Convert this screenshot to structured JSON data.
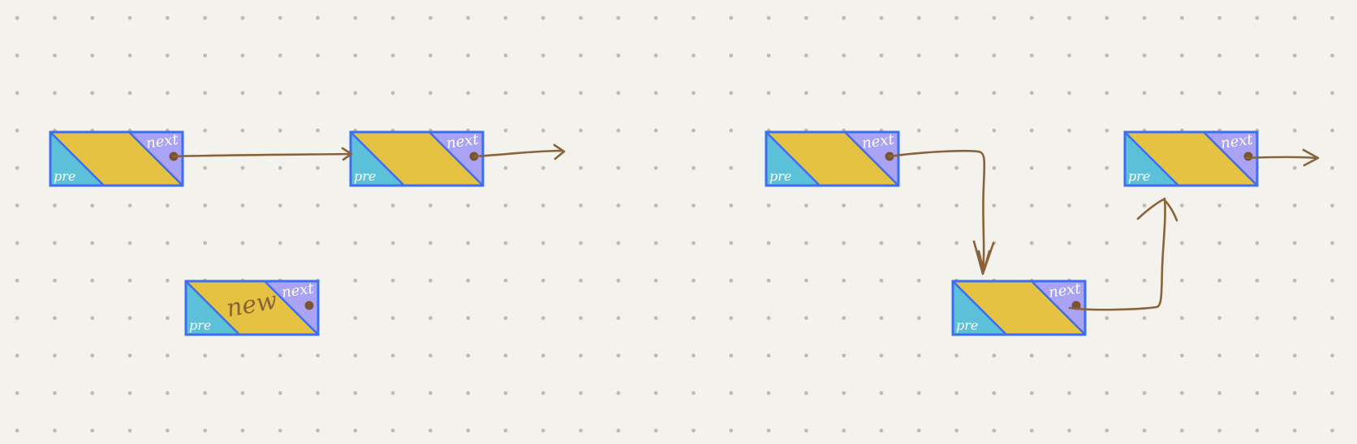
{
  "diagram": {
    "title": "",
    "colors": {
      "pre": "#5bc0d8",
      "data": "#e6c243",
      "next": "#aaa2f4",
      "border": "#3b6ef0",
      "arrow": "#8a6338",
      "text": "#ffffff",
      "new_text": "#8a6338"
    },
    "nodes": [
      {
        "id": "before-node-a",
        "group": "before",
        "pre": "pre",
        "next": "next",
        "data": ""
      },
      {
        "id": "before-node-b",
        "group": "before",
        "pre": "pre",
        "next": "next",
        "data": ""
      },
      {
        "id": "new-node",
        "group": "before",
        "pre": "pre",
        "next": "next",
        "data": "new"
      },
      {
        "id": "after-node-a",
        "group": "after",
        "pre": "pre",
        "next": "next",
        "data": ""
      },
      {
        "id": "after-node-b",
        "group": "after",
        "pre": "pre",
        "next": "next",
        "data": ""
      },
      {
        "id": "after-inserted-node",
        "group": "after",
        "pre": "pre",
        "next": "next",
        "data": ""
      }
    ],
    "links": [
      {
        "from": "before-node-a",
        "to": "before-node-b"
      },
      {
        "from": "before-node-b",
        "to": "continues"
      },
      {
        "from": "after-node-a",
        "to": "after-inserted-node"
      },
      {
        "from": "after-inserted-node",
        "to": "after-node-b"
      },
      {
        "from": "after-node-b",
        "to": "continues"
      }
    ]
  }
}
